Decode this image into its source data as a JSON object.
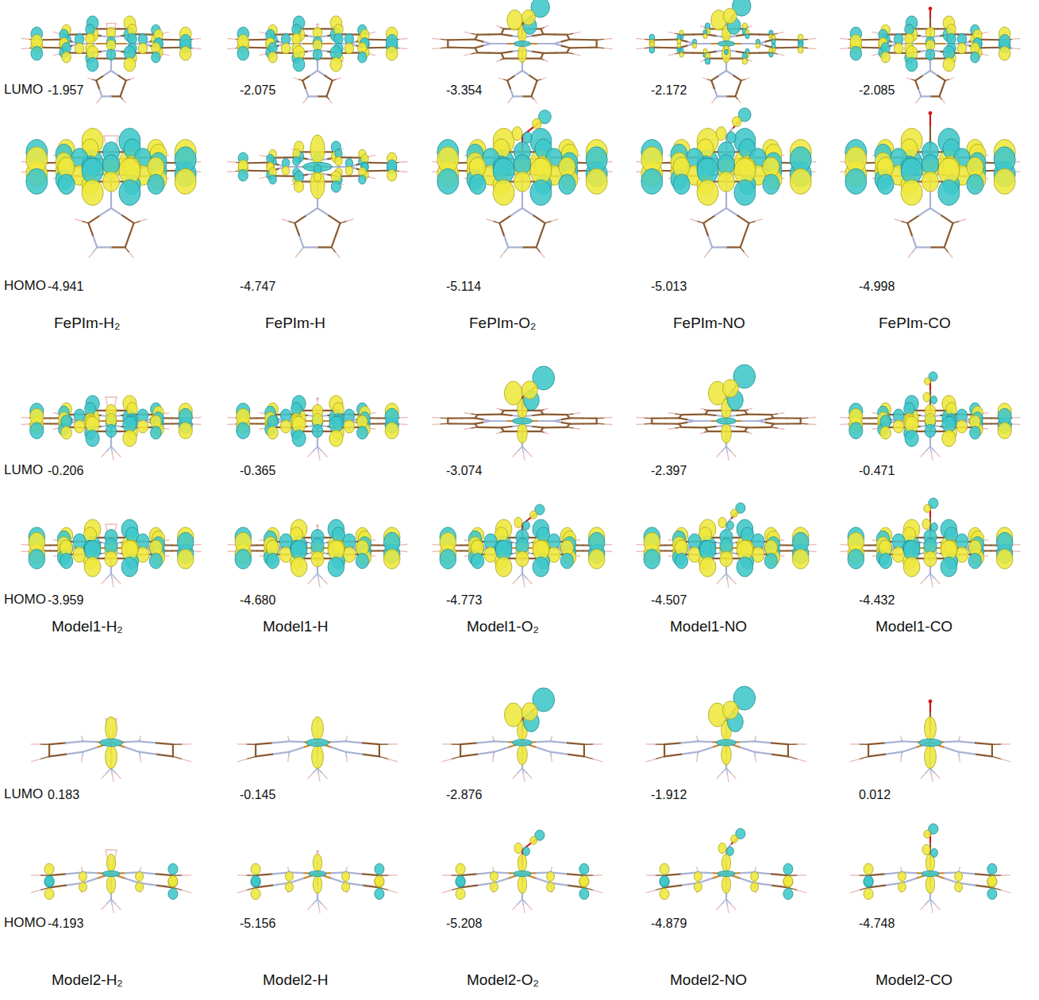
{
  "diagram": {
    "labels": [
      "LUMO",
      "-1.957",
      "-2.075",
      "-3.354",
      "-2.172",
      "-2.085",
      "HOMO",
      "-4.941",
      "-4.747",
      "-5.114",
      "-5.013",
      "-4.998",
      "FePIm-H₂",
      "FePIm-H",
      "FePIm-O₂",
      "FePIm-NO",
      "FePIm-CO",
      "LUMO",
      "-0.206",
      "-0.365",
      "-3.074",
      "-2.397",
      "-0.471",
      "HOMO",
      "-3.959",
      "-4.680",
      "-4.773",
      "-4.507",
      "-4.432",
      "Model1-H₂",
      "Model1-H",
      "Model1-O₂",
      "Model1-NO",
      "Model1-CO",
      "LUMO",
      "0.183",
      "-0.145",
      "-2.876",
      "-1.912",
      "0.012",
      "HOMO",
      "-4.193",
      "-5.156",
      "-5.208",
      "-4.879",
      "-4.748",
      "Model2-H₂",
      "Model2-H",
      "Model2-O₂",
      "Model2-NO",
      "Model2-CO"
    ]
  }
}
